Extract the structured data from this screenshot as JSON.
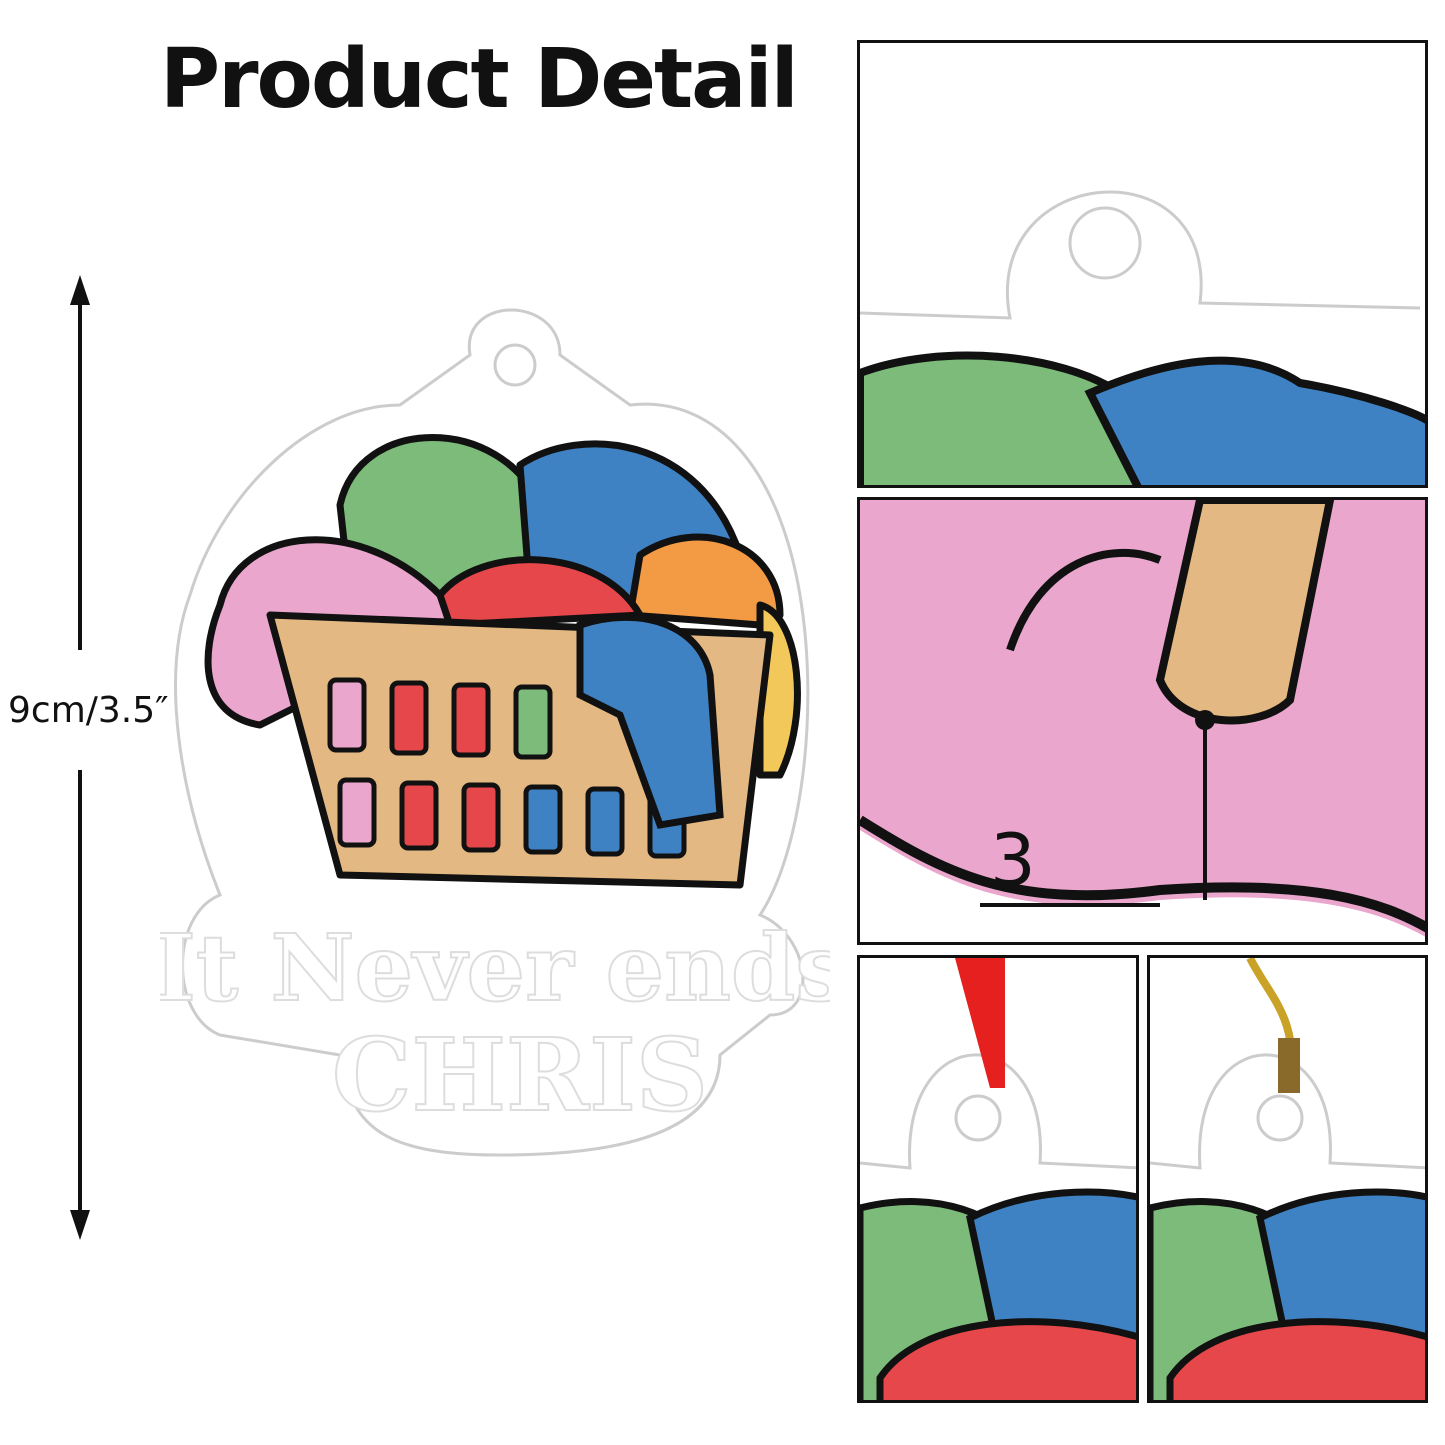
{
  "header": {
    "title": "Product Detail"
  },
  "dimension": {
    "label": "9cm/3.5″"
  },
  "ornament": {
    "line1": "It Never ends",
    "line2": "CHRIS"
  },
  "detail_panels": [
    {
      "name": "hanging-hole-closeup"
    },
    {
      "name": "edge-thickness-closeup",
      "label": "3"
    },
    {
      "name": "red-ribbon-option"
    },
    {
      "name": "gold-string-option"
    }
  ],
  "colors": {
    "green": "#7dbb7a",
    "blue": "#3f82c4",
    "red": "#e5474a",
    "pink": "#eaa6cc",
    "orange": "#f29a44",
    "yellow": "#f3c85a",
    "basket": "#e3b882"
  }
}
